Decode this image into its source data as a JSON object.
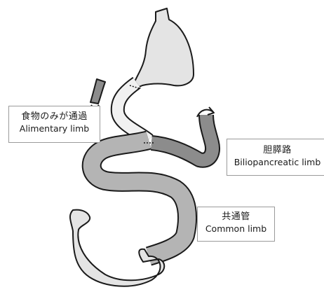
{
  "labels": {
    "alimentary": {
      "ja": "食物のみが通過",
      "en": "Alimentary limb"
    },
    "biliopancreatic": {
      "ja": "胆膵路",
      "en": "Biliopancreatic limb"
    },
    "common": {
      "ja": "共通管",
      "en": "Common limb"
    }
  },
  "colors": {
    "outline": "#1a1a1a",
    "stomach_fill": "#e4e4e4",
    "alimentary_fill": "#f1f1f1",
    "biliopancreatic_fill": "#8c8c8c",
    "common_fill": "#b4b4b4",
    "label_border": "#9a9a9a"
  }
}
